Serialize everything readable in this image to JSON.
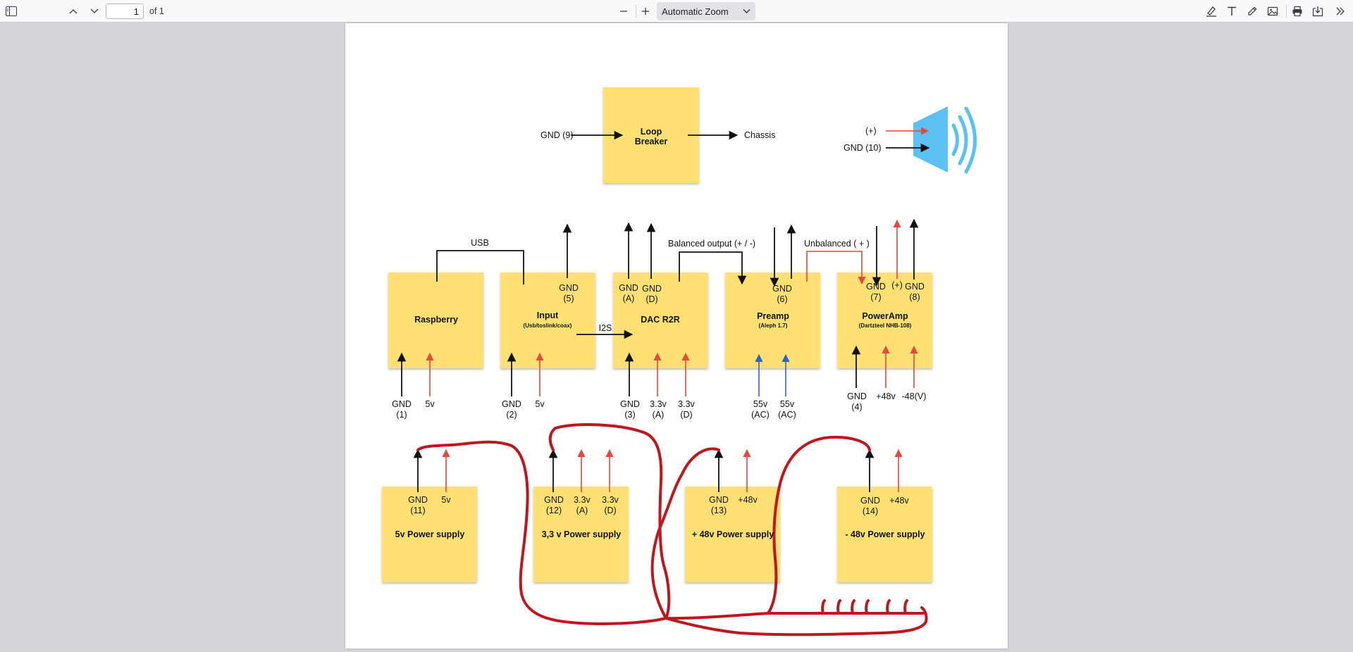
{
  "toolbar": {
    "page_number": "1",
    "page_count": "of 1",
    "zoom": "Automatic Zoom",
    "icons": [
      "sidebar-toggle-icon",
      "chevron-up-icon",
      "chevron-down-icon",
      "zoom-out-icon",
      "zoom-in-icon",
      "chevron-down-icon",
      "highlight-icon",
      "text-icon",
      "draw-icon",
      "image-icon",
      "print-icon",
      "save-icon",
      "double-chevron-right-icon"
    ]
  },
  "diagram": {
    "loop_breaker": {
      "line1": "Loop",
      "line2": "Breaker",
      "gnd": "GND (9)",
      "chassis": "Chassis"
    },
    "speaker": {
      "plus": "(+)",
      "gnd": "GND (10)"
    },
    "raspberry": {
      "title": "Raspberry",
      "gnd": "GND",
      "gnd_num": "(1)",
      "v": "5v"
    },
    "usb": "USB",
    "input": {
      "title": "Input",
      "sub": "(Usb/toslink/coax)",
      "gnd_top": "GND",
      "gnd_top_num": "(5)",
      "gnd": "GND",
      "gnd_num": "(2)",
      "v": "5v"
    },
    "i2s": "I2S",
    "dac": {
      "title": "DAC R2R",
      "gnd_a": "GND",
      "gnd_a_num": "(A)",
      "gnd_d": "GND",
      "gnd_d_num": "(D)",
      "gnd": "GND",
      "gnd_num": "(3)",
      "va": "3.3v",
      "va_sub": "(A)",
      "vd": "3.3v",
      "vd_sub": "(D)"
    },
    "balanced": "Balanced output (+ / -)",
    "preamp": {
      "title": "Preamp",
      "sub": "(Aleph 1.7)",
      "gnd": "GND",
      "gnd_num": "(6)",
      "v1": "55v",
      "v1_sub": "(AC)",
      "v2": "55v",
      "v2_sub": "(AC)"
    },
    "unbalanced": "Unbalanced ( + )",
    "poweramp": {
      "title": "PowerAmp",
      "sub": "(Dartzteel NHB-108)",
      "gnd7": "GND",
      "gnd7_num": "(7)",
      "plus": "(+)",
      "gnd8": "GND",
      "gnd8_num": "(8)",
      "gnd4": "GND",
      "gnd4_num": "(4)",
      "p48": "+48v",
      "m48": "-48(V)"
    },
    "ps5": {
      "title": "5v Power supply",
      "gnd": "GND",
      "gnd_num": "(11)",
      "v": "5v"
    },
    "ps33": {
      "title": "3,3 v Power supply",
      "gnd": "GND",
      "gnd_num": "(12)",
      "va": "3.3v",
      "va_sub": "(A)",
      "vd": "3.3v",
      "vd_sub": "(D)"
    },
    "ps48p": {
      "title": "+ 48v Power supply",
      "gnd": "GND",
      "gnd_num": "(13)",
      "v": "+48v"
    },
    "ps48m": {
      "title": "- 48v Power supply",
      "gnd": "GND",
      "gnd_num": "(14)",
      "v": "+48v"
    }
  },
  "colors": {
    "note": "#ffe173",
    "black": "#111111",
    "red": "#e8473c",
    "blue": "#2a62d8",
    "marker": "#c0161e",
    "speaker": "#5bc0f2"
  }
}
